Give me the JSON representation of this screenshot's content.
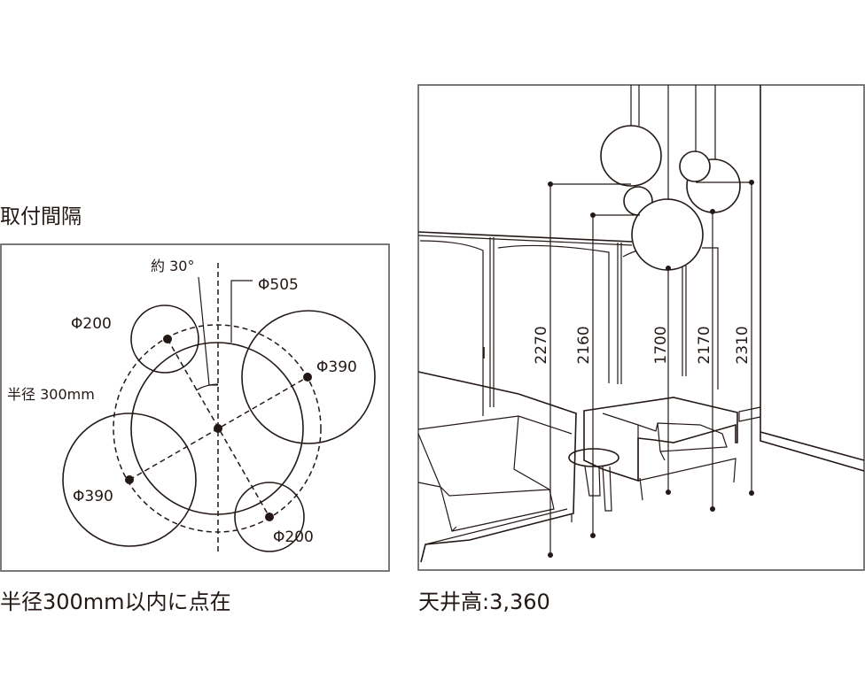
{
  "left": {
    "title": "取付間隔",
    "caption": "半径300mm以内に点在",
    "labels": {
      "angle": "約 30°",
      "canopy": "Φ505",
      "small_top": "Φ200",
      "large_right": "Φ390",
      "radius": "半径 300mm",
      "large_left": "Φ390",
      "small_bottom": "Φ200"
    }
  },
  "right": {
    "caption": "天井高:3,360",
    "heights": [
      "2270",
      "2160",
      "1700",
      "2170",
      "2310"
    ]
  }
}
